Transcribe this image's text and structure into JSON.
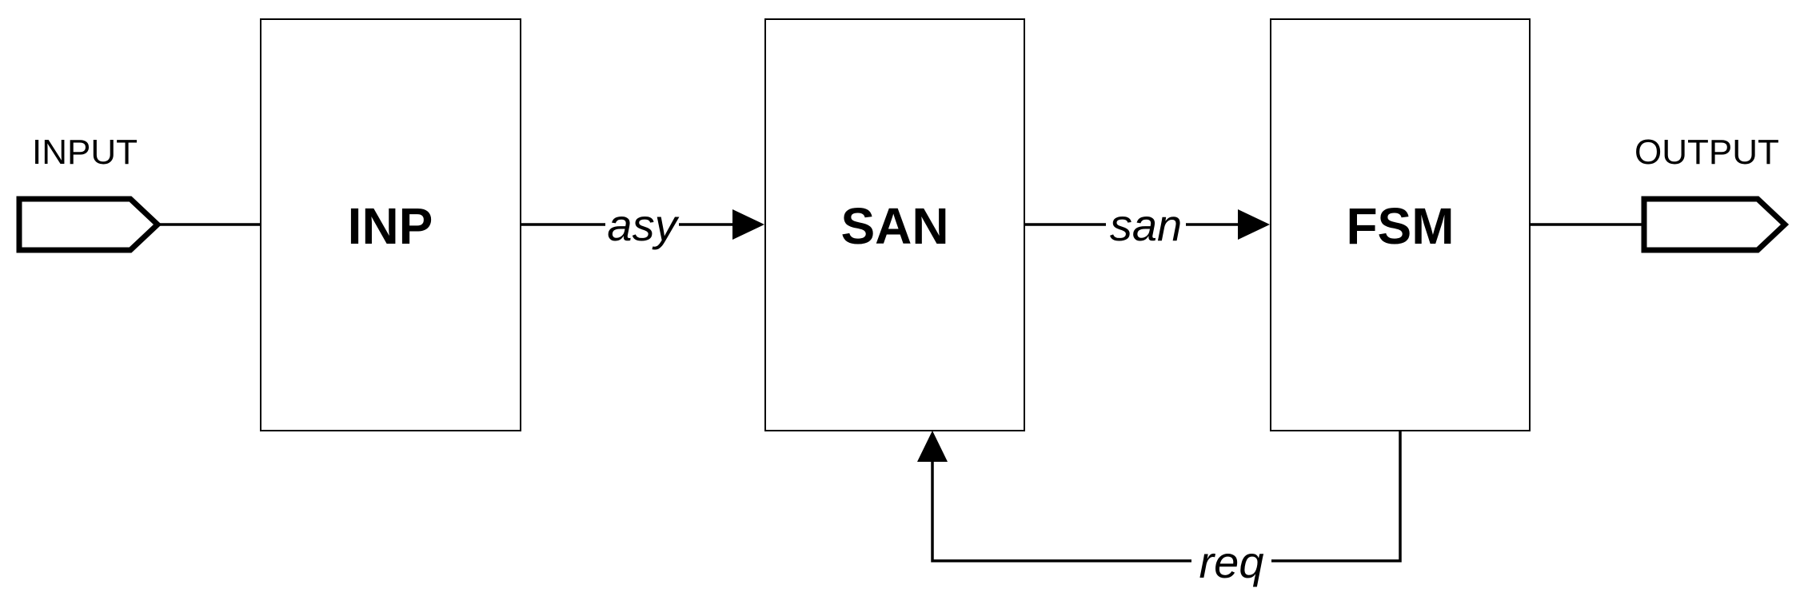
{
  "ports": {
    "input": "INPUT",
    "output": "OUTPUT"
  },
  "blocks": {
    "inp": "INP",
    "san": "SAN",
    "fsm": "FSM"
  },
  "signals": {
    "asy": "asy",
    "san": "san",
    "req": "req"
  }
}
